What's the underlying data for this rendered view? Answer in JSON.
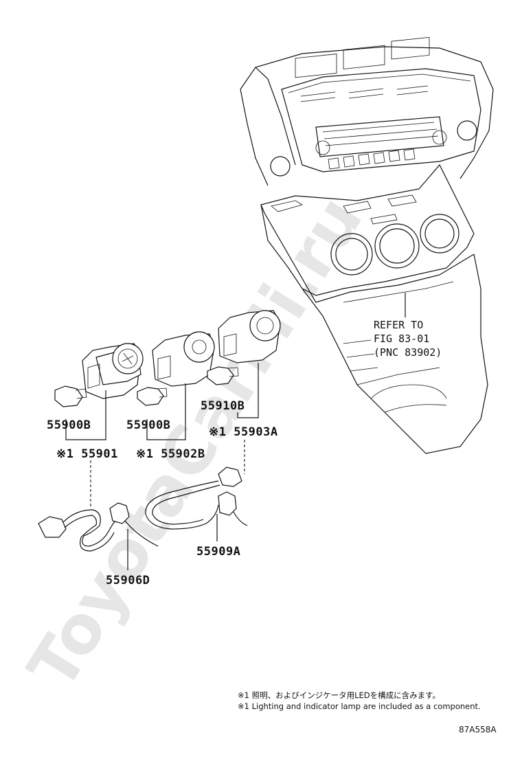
{
  "watermark": "ToyotaCarMi.ru",
  "parts": {
    "p55900B_a": "55900B",
    "p55900B_b": "55900B",
    "p55910B": "55910B",
    "p55901": "※1 55901",
    "p55902B": "※1 55902B",
    "p55903A": "※1 55903A",
    "p55906D": "55906D",
    "p55909A": "55909A"
  },
  "refer": {
    "line1": "REFER TO",
    "line2": "FIG 83-01",
    "line3": "(PNC 83902)"
  },
  "notes": {
    "jp": "※1 照明、およびインジケータ用LEDを構成に含みます。",
    "en": "※1 Lighting and indicator lamp are included as a component."
  },
  "figure_code": "87A558A"
}
